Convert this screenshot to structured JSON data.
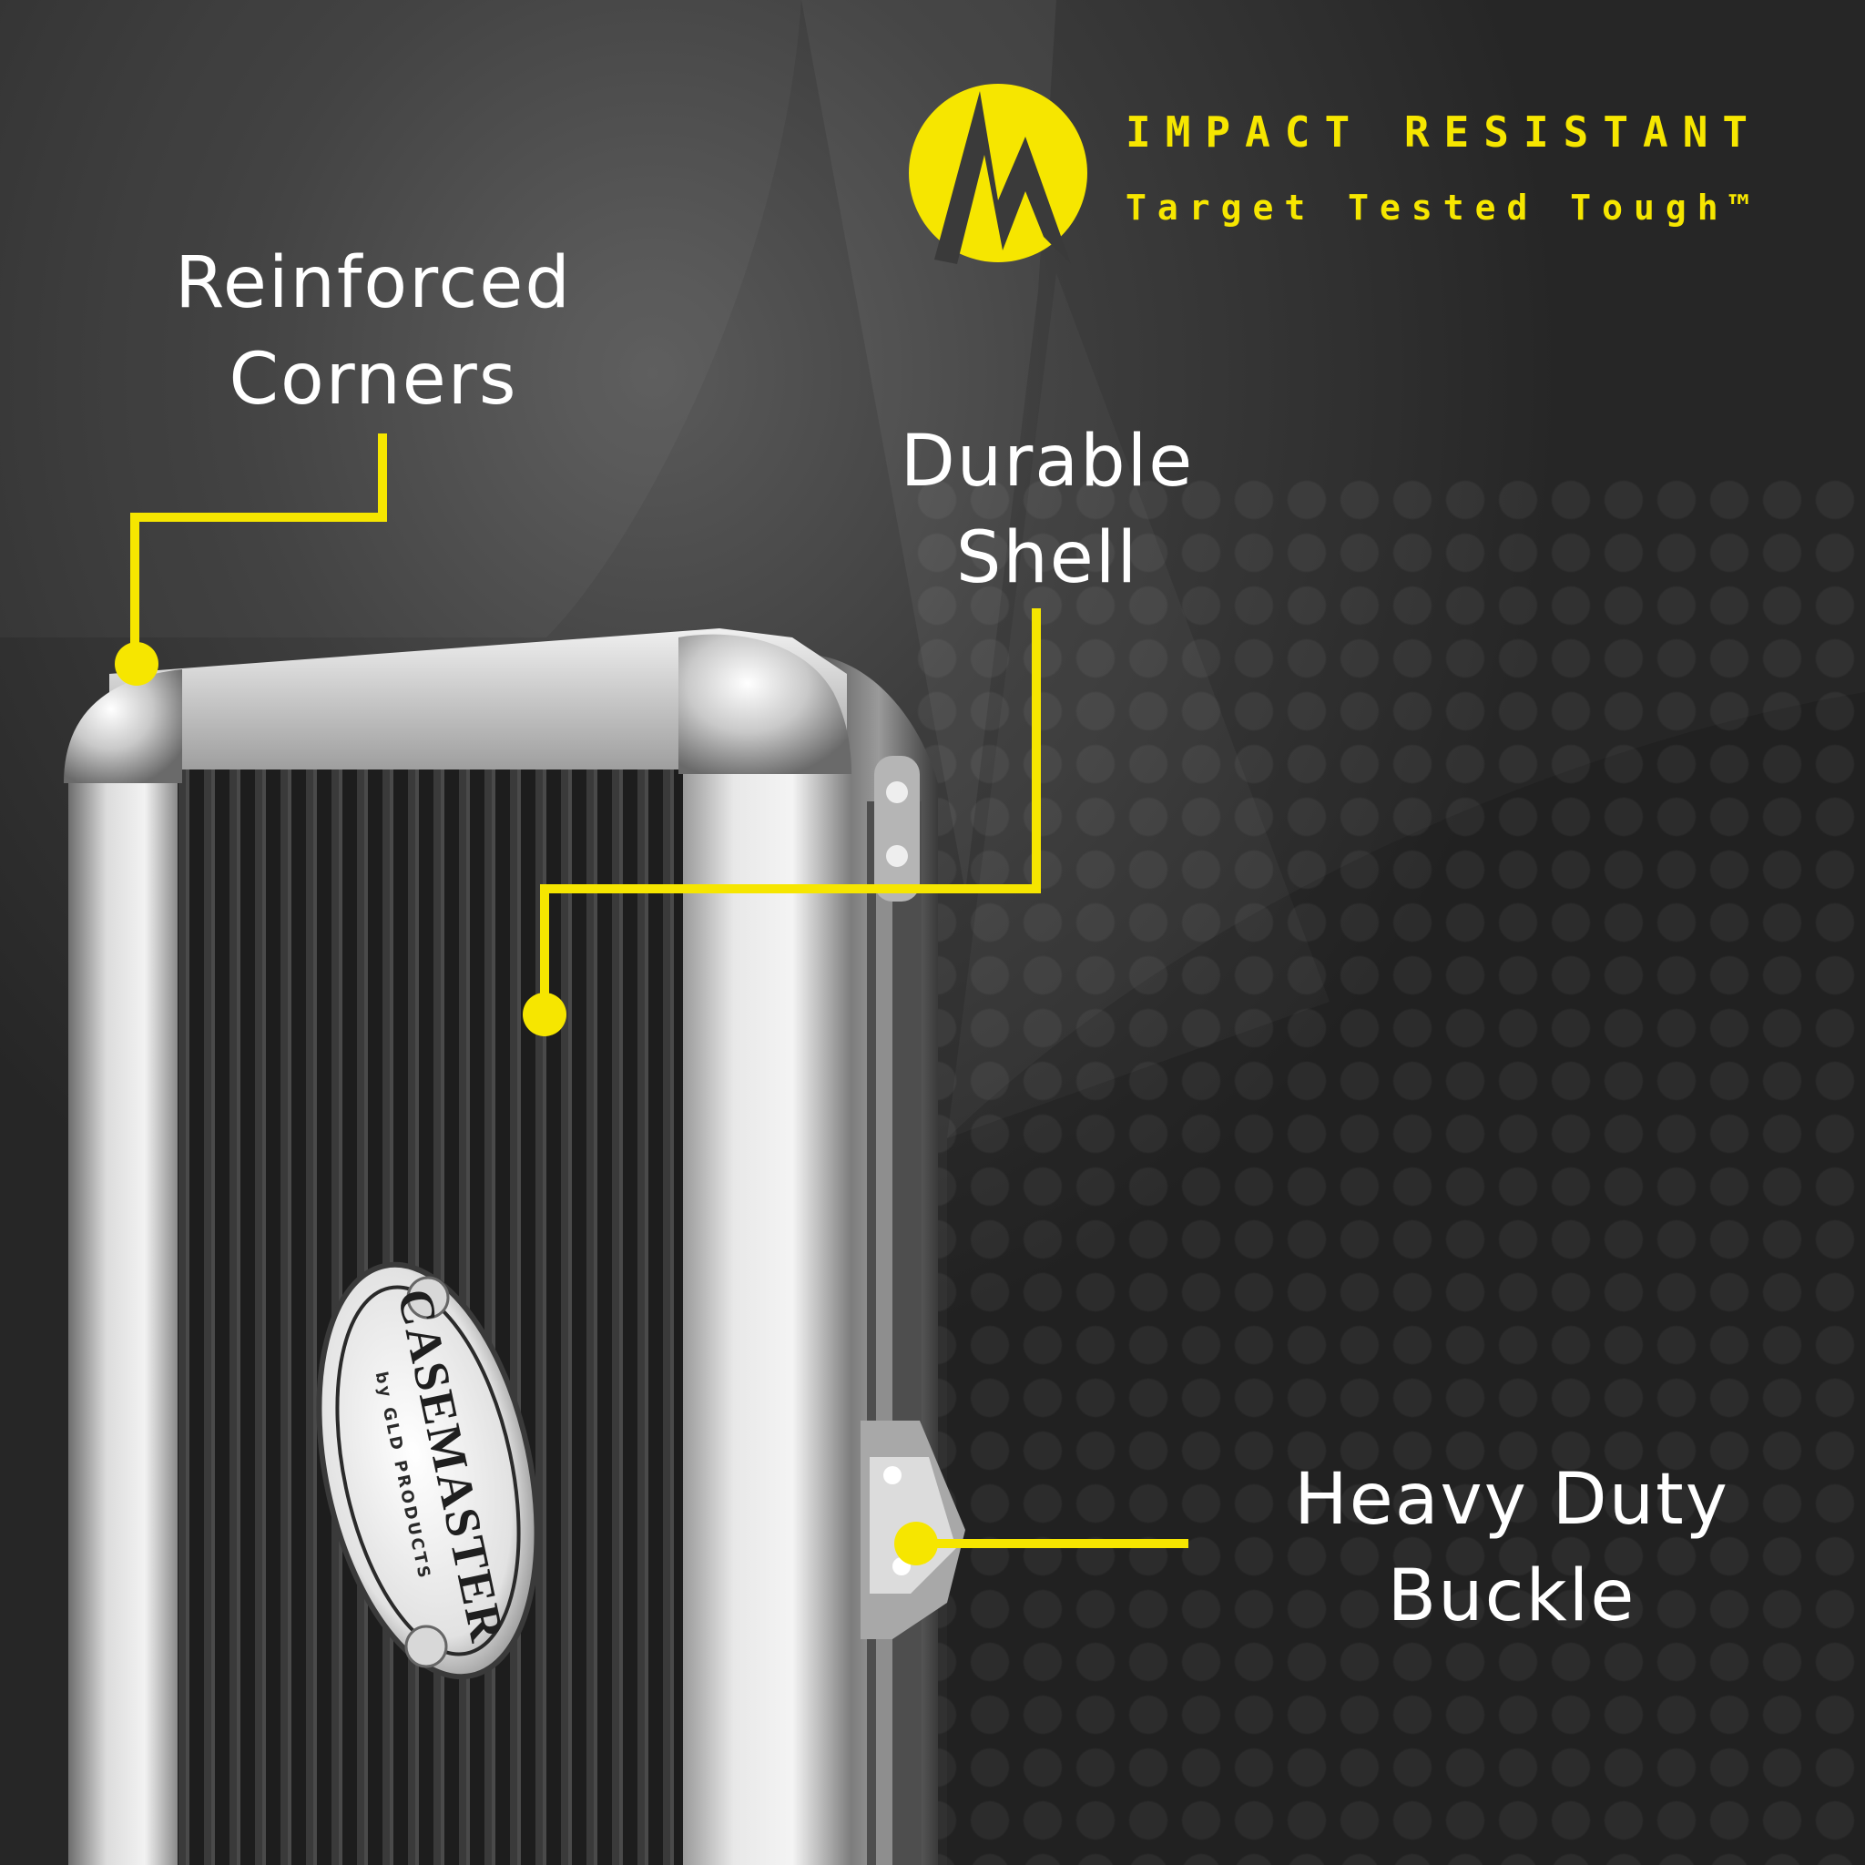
{
  "badge": {
    "title": "IMPACT RESISTANT",
    "tagline": "Target Tested Tough™",
    "logo_icon": "m-target-logo-icon",
    "accent_color": "#f6e600"
  },
  "callouts": [
    {
      "id": "reinforced-corners",
      "lines": [
        "Reinforced",
        "Corners"
      ]
    },
    {
      "id": "durable-shell",
      "lines": [
        "Durable",
        "Shell"
      ]
    },
    {
      "id": "heavy-duty-buckle",
      "lines": [
        "Heavy Duty",
        "Buckle"
      ]
    }
  ],
  "product": {
    "brand": "CASEMASTER",
    "sub_brand": "by GLD PRODUCTS"
  }
}
